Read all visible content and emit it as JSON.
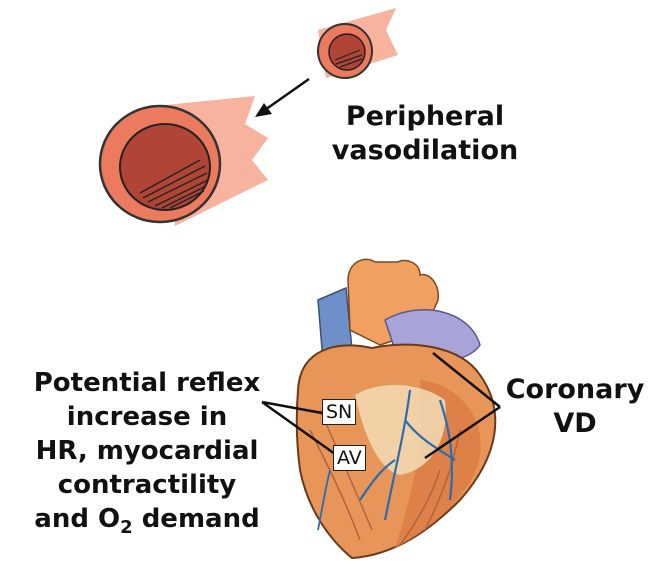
{
  "labels": {
    "peripheral_line1": "Peripheral",
    "peripheral_line2": "vasodilation",
    "coronary_line1": "Coronary",
    "coronary_line2": "VD",
    "reflex_line1": "Potential reflex",
    "reflex_line2": "increase in",
    "reflex_line3": "HR, myocardial",
    "reflex_line4": "contractility",
    "reflex_line5_pre": "and O",
    "reflex_line5_sub": "2",
    "reflex_line5_post": " demand",
    "sn_node": "SN",
    "av_node": "AV"
  },
  "colors": {
    "vessel_outer": "#f08c70",
    "vessel_lumen": "#b04535",
    "heart_muscle": "#e8955a",
    "aorta": "#f0a060",
    "vena_cava": "#6f8fc8",
    "pulmonary": "#a8a4d8",
    "coronary_vessel": "#2b6cb0"
  },
  "icons": [
    "small-vessel-icon",
    "dilated-vessel-icon",
    "heart-illustration"
  ]
}
